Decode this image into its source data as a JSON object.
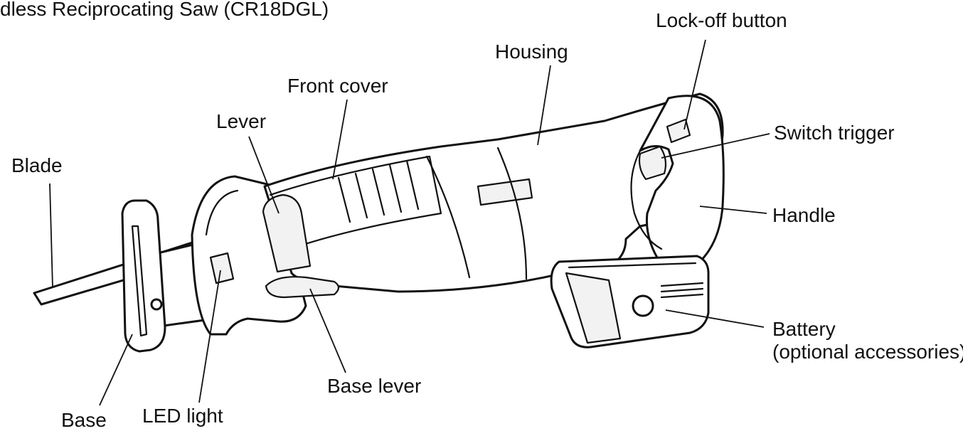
{
  "title": "dless Reciprocating Saw (CR18DGL)",
  "labels": {
    "lock_off_button": "Lock-off  button",
    "housing": "Housing",
    "front_cover": "Front cover",
    "lever": "Lever",
    "switch_trigger": "Switch trigger",
    "blade": "Blade",
    "handle": "Handle",
    "battery": "Battery",
    "battery_note": "(optional accessories)",
    "base_lever": "Base lever",
    "base": "Base",
    "led_light": "LED light"
  }
}
